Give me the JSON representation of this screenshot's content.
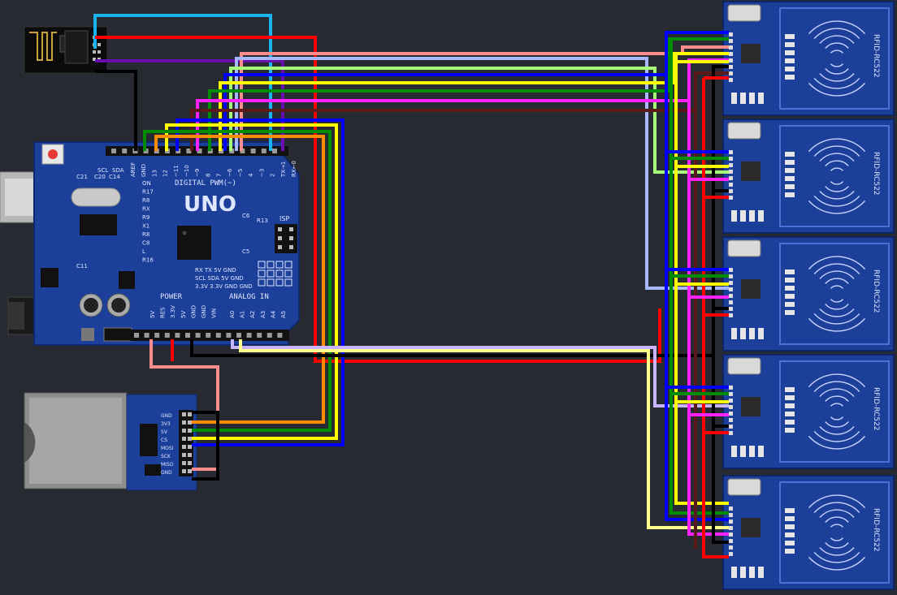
{
  "colors": {
    "background": "#272a30",
    "pcb_blue": "#1c3f9a",
    "pcb_blue_dark": "#132d73",
    "pcb_silk": "#dfe6ff",
    "wire_red": "#ff0000",
    "wire_black": "#000000",
    "wire_blue": "#0000ff",
    "wire_yellow": "#ffff00",
    "wire_green": "#008c00",
    "wire_orange": "#ff8c00",
    "wire_magenta": "#ff22ff",
    "wire_cyan": "#19b4f0",
    "wire_purple": "#6a0dad",
    "wire_salmon": "#ff8c8c",
    "wire_lightblue": "#a8b8ff",
    "wire_lightgreen": "#a8ff7a",
    "wire_lavender": "#c8b4ff",
    "wire_lightyellow": "#ffff8c",
    "wire_darkred": "#5a1a1a"
  },
  "arduino": {
    "board_label": "UNO",
    "digital_label": "DIGITAL PWM(~)",
    "power_label": "POWER",
    "analog_label": "ANALOG IN",
    "isp_label": "ISP",
    "top_pins": [
      "AREF",
      "GND",
      "13",
      "12",
      "~11",
      "~10",
      "~9",
      "8",
      "7",
      "~6",
      "~5",
      "4",
      "~3",
      "2",
      "TX→1",
      "RX←0"
    ],
    "power_pins": [
      "5V",
      "RES",
      "3.3V",
      "5V",
      "GND",
      "GND",
      "VIN"
    ],
    "analog_pins": [
      "A0",
      "A1",
      "A2",
      "A3",
      "A4",
      "A5"
    ],
    "side_labels": [
      "ON",
      "R17",
      "R8",
      "RX",
      "R9",
      "X1",
      "R8",
      "C8",
      "L",
      "R16"
    ],
    "comp_labels": [
      "C21",
      "C20",
      "C14",
      "C11",
      "R13",
      "C5",
      "C6"
    ],
    "ic2_rows": [
      "RX  TX  5V  GND",
      "SCL SDA 5V  GND",
      "3.3V 3.3V GND GND"
    ],
    "top_small": [
      "SCL",
      "SDA"
    ]
  },
  "rfid": {
    "module_text": "RFID-RC522",
    "count": 5
  },
  "sd_module": {
    "pin_labels": [
      "GND",
      "3V3",
      "5V",
      "CS",
      "MOSI",
      "SCK",
      "MISO",
      "GND"
    ]
  },
  "icons": {
    "wifi": "esp8266-module-icon",
    "sd": "sd-card-slot-icon",
    "usb": "usb-port-icon",
    "power_jack": "dc-jack-icon",
    "antenna": "rfid-antenna-icon"
  }
}
